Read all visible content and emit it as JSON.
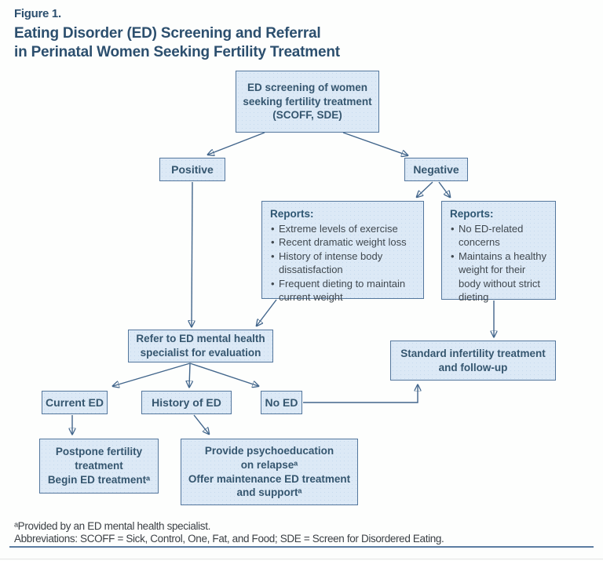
{
  "figure": {
    "label": "Figure 1.",
    "title": "Eating Disorder (ED) Screening and Referral\nin Perinatal Women Seeking Fertility Treatment"
  },
  "boxes": {
    "screening": {
      "label": "ED screening of women\nseeking fertility treatment\n(SCOFF, SDE)"
    },
    "positive": {
      "label": "Positive"
    },
    "negative": {
      "label": "Negative"
    },
    "reports_positive": {
      "title": "Reports:",
      "items": [
        "Extreme levels of exercise",
        "Recent dramatic weight loss",
        "History of intense body dissatisfaction",
        "Frequent dieting to maintain current weight"
      ]
    },
    "reports_negative": {
      "title": "Reports:",
      "items": [
        "No ED-related concerns",
        "Maintains a healthy weight for their body without strict dieting"
      ]
    },
    "refer": {
      "label": "Refer to ED mental health\nspecialist for evaluation"
    },
    "standard": {
      "label": "Standard infertility treatment\nand follow-up"
    },
    "current_ed": {
      "label": "Current ED"
    },
    "history_ed": {
      "label": "History of ED"
    },
    "no_ed": {
      "label": "No ED"
    },
    "postpone": {
      "label": "Postpone fertility\ntreatment\nBegin ED treatmentᵃ"
    },
    "psychoeducation": {
      "label": "Provide psychoeducation\non relapseᵃ\nOffer maintenance ED treatment\nand supportᵃ"
    }
  },
  "footnotes": {
    "note_a": "ᵃProvided by an ED mental health specialist.",
    "abbreviations": "Abbreviations: SCOFF = Sick, Control, One, Fat, and Food; SDE = Screen for Disordered Eating."
  },
  "colors": {
    "box_fill": "#dce9f6",
    "box_border": "#54779d",
    "box_text": "#35566f",
    "arrow": "#41658b",
    "title_text": "#2c4f6e",
    "footnote_text": "#3a3f44",
    "rule": "#5b7da1"
  }
}
